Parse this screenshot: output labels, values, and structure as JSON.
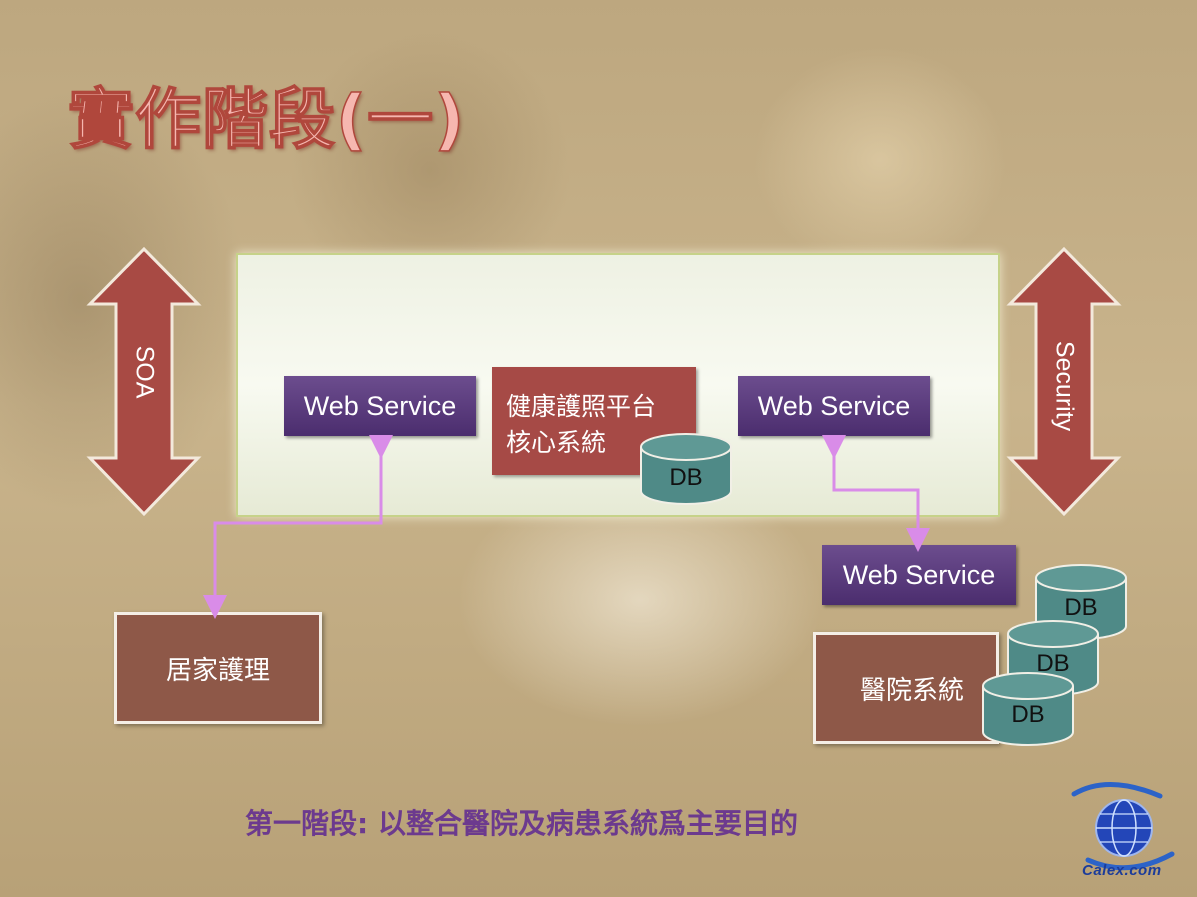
{
  "slide": {
    "title": "實作階段(一)",
    "caption": "第一階段: 以整合醫院及病患系統爲主要目的"
  },
  "arrows": {
    "left_label": "SOA",
    "right_label": "Security"
  },
  "platform": {
    "web_service_left": "Web Service",
    "web_service_right": "Web Service",
    "core_line1": "健康護照平台",
    "core_line2": "核心系統",
    "core_db": "DB"
  },
  "home_care": {
    "label": "居家護理"
  },
  "hospital": {
    "web_service": "Web Service",
    "label": "醫院系統",
    "db_labels": [
      "DB",
      "DB",
      "DB"
    ]
  },
  "logo": {
    "text": "Calex.com"
  },
  "colors": {
    "arrow_red": "#a84a44",
    "web_service_purple": "#553378",
    "connector_pink": "#d98ce8",
    "db_teal": "#4f8a87",
    "brown_box": "#8e5848",
    "caption_purple": "#6c3a8e"
  }
}
